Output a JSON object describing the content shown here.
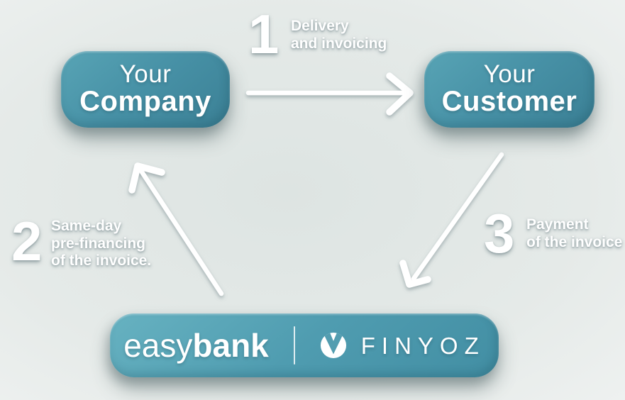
{
  "palette": {
    "background": "#e5eae8",
    "background_center": "#dde4e2",
    "node_teal": "#4791a6",
    "node_teal_light": "#58a4b5",
    "node_teal_dark": "#3b8095",
    "bank_teal": "#4f9cb0",
    "bank_teal_light": "#67b2c1",
    "bank_teal_dark": "#428ea3",
    "white": "#ffffff"
  },
  "nodes": {
    "company": {
      "line1": "Your",
      "line2": "Company"
    },
    "customer": {
      "line1": "Your",
      "line2": "Customer"
    },
    "bank": {
      "brand_light": "easy",
      "brand_bold": "bank",
      "partner": "FINYOZ",
      "logo_icon": "finyoz-v-circle-icon"
    }
  },
  "steps": {
    "one": {
      "number": "1",
      "line1": "Delivery",
      "line2": "and invoicing"
    },
    "two": {
      "number": "2",
      "line1": "Same-day",
      "line2": "pre-financing",
      "line3": "of the invoice."
    },
    "three": {
      "number": "3",
      "line1": "Payment",
      "line2": "of the invoice"
    }
  }
}
